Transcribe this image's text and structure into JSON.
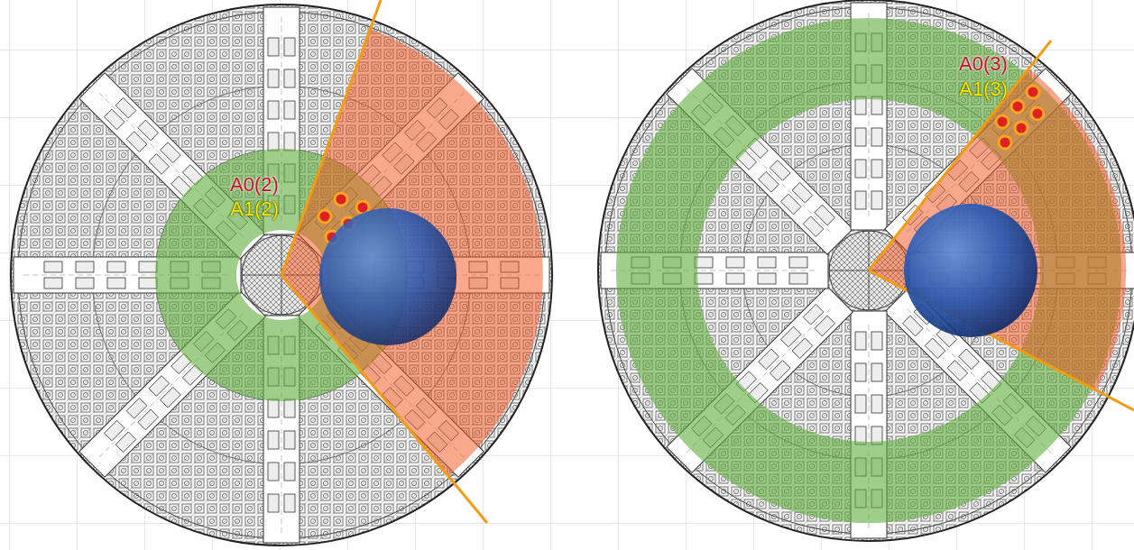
{
  "diagram": {
    "labels": [
      "A0(2)",
      "A1(2)",
      "A0(3)",
      "A1(3)"
    ]
  }
}
